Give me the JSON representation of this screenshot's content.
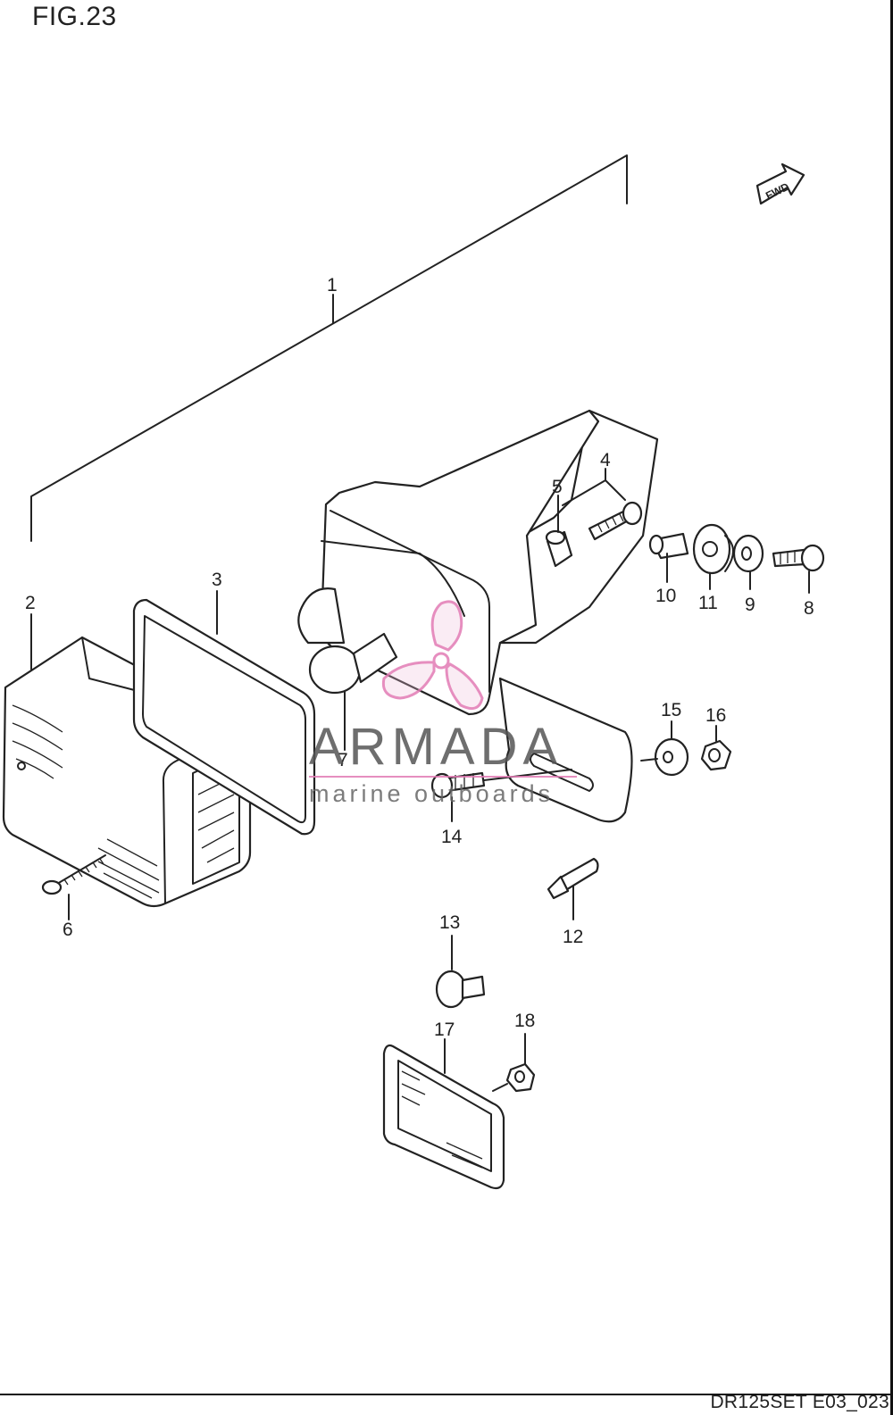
{
  "figure": {
    "title": "FIG.23",
    "drawing_code": "DR125SET E03_023",
    "forward_arrow_label": "FWD"
  },
  "callouts": [
    "1",
    "2",
    "3",
    "4",
    "5",
    "6",
    "7",
    "8",
    "9",
    "10",
    "11",
    "12",
    "13",
    "14",
    "15",
    "16",
    "17",
    "18"
  ],
  "watermark": {
    "title": "ARMADA",
    "subtitle": "marine outboards",
    "logo_color": "#e27bb4",
    "text_color": "#555555"
  },
  "icons": {
    "forward_arrow": "fwd-arrow-icon",
    "logo": "armada-propeller-logo"
  }
}
